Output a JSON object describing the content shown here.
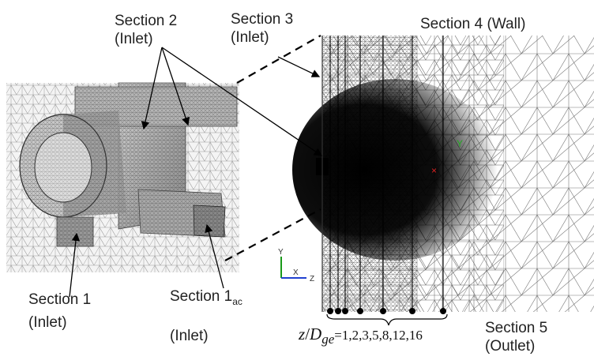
{
  "labels": {
    "section2": {
      "title": "Section 2",
      "sub": "(Inlet)"
    },
    "section3": {
      "title": "Section 3",
      "sub": "(Inlet)"
    },
    "section4": {
      "title": "Section 4 (Wall)"
    },
    "section1": {
      "title": "Section 1",
      "sub": "(Inlet)"
    },
    "section1ac": {
      "title": "Section 1",
      "subscript": "ac",
      "sub": "(Inlet)"
    },
    "section5": {
      "title": "Section 5",
      "sub": "(Outlet)"
    }
  },
  "formula": {
    "var_z": "z",
    "slash": "/",
    "var_D": "D",
    "subscript": "ge",
    "values": "=1,2,3,5,8,12,16"
  },
  "axes": {
    "y": "Y",
    "x": "X",
    "z": "Z"
  },
  "colors": {
    "mesh_dark": "#111111",
    "mesh_gray": "#777777",
    "red_marker": "#dd2222",
    "green_marker": "#22aa22"
  }
}
